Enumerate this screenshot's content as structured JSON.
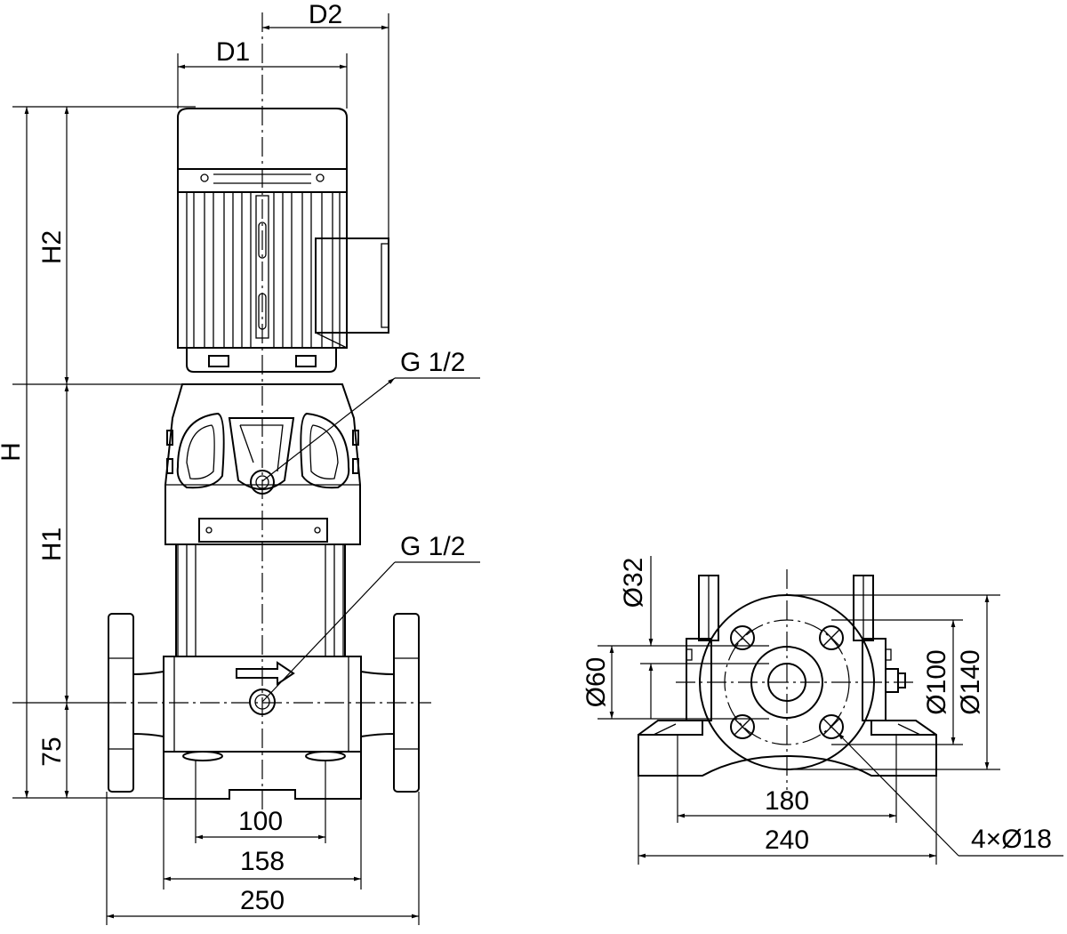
{
  "labels": {
    "d1": "D1",
    "d2": "D2",
    "h": "H",
    "h1": "H1",
    "h2": "H2",
    "h75": "75",
    "w100": "100",
    "w158": "158",
    "w250": "250",
    "gauge_top": "G 1/2",
    "gauge_bottom": "G 1/2",
    "dia32": "Ø32",
    "dia60": "Ø60",
    "dia100": "Ø100",
    "dia140": "Ø140",
    "w180": "180",
    "w240": "240",
    "holes": "4×Ø18"
  }
}
